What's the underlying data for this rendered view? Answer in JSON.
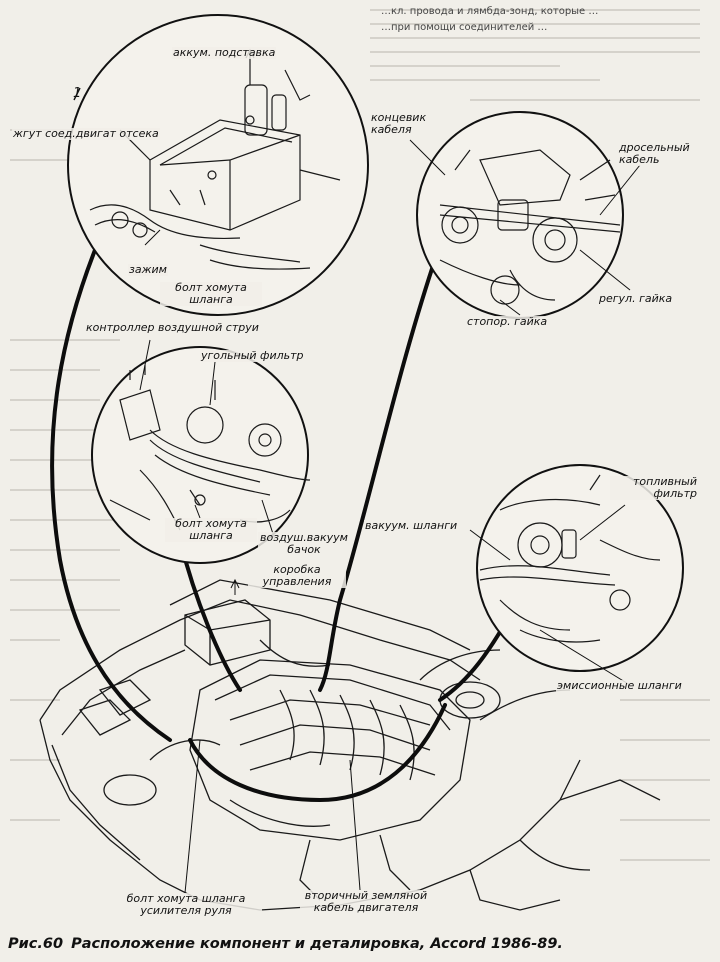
{
  "top_text": {
    "line1": "…кл. провода и лямбда-зонд, которые …",
    "line2": "…при помощи соединителей …"
  },
  "circle1": {
    "index_marker": "1",
    "label_battery_stand": "аккум. подставка",
    "label_harness": "жгут соед.двигат отсека",
    "label_clamp": "зажим",
    "label_hose_clamp_bolt_1": "болт хомута",
    "label_hose_clamp_bolt_2": "шланга"
  },
  "circle2": {
    "label_cable_end_1": "концевик",
    "label_cable_end_2": "кабеля",
    "label_throttle_cable_1": "дросельный",
    "label_throttle_cable_2": "кабель",
    "label_adjust_nut": "регул. гайка",
    "label_lock_nut": "стопор. гайка"
  },
  "circle3": {
    "label_air_jet_controller": "контроллер воздушной струи",
    "label_charcoal_filter": "угольный фильтр",
    "label_hose_clamp_bolt_1": "болт хомута",
    "label_hose_clamp_bolt_2": "шланга",
    "label_vacuum_tank_1": "воздуш.вакуум",
    "label_vacuum_tank_2": "бачок"
  },
  "circle4": {
    "label_fuel_filter_1": "топливный",
    "label_fuel_filter_2": "фильтр",
    "label_vacuum_hoses": "вакуум. шланги",
    "label_emission_hoses": "эмиссионные шланги"
  },
  "engine": {
    "label_control_box_1": "коробка",
    "label_control_box_2": "управления",
    "label_ps_hose_bolt_1": "болт хомута шланга",
    "label_ps_hose_bolt_2": "усилителя руля",
    "label_ground_cable_1": "вторичный земляной",
    "label_ground_cable_2": "кабель двигателя"
  },
  "caption": {
    "figure": "Рис.60",
    "text": "Расположение компонент и деталировка, Accord 1986-89."
  }
}
